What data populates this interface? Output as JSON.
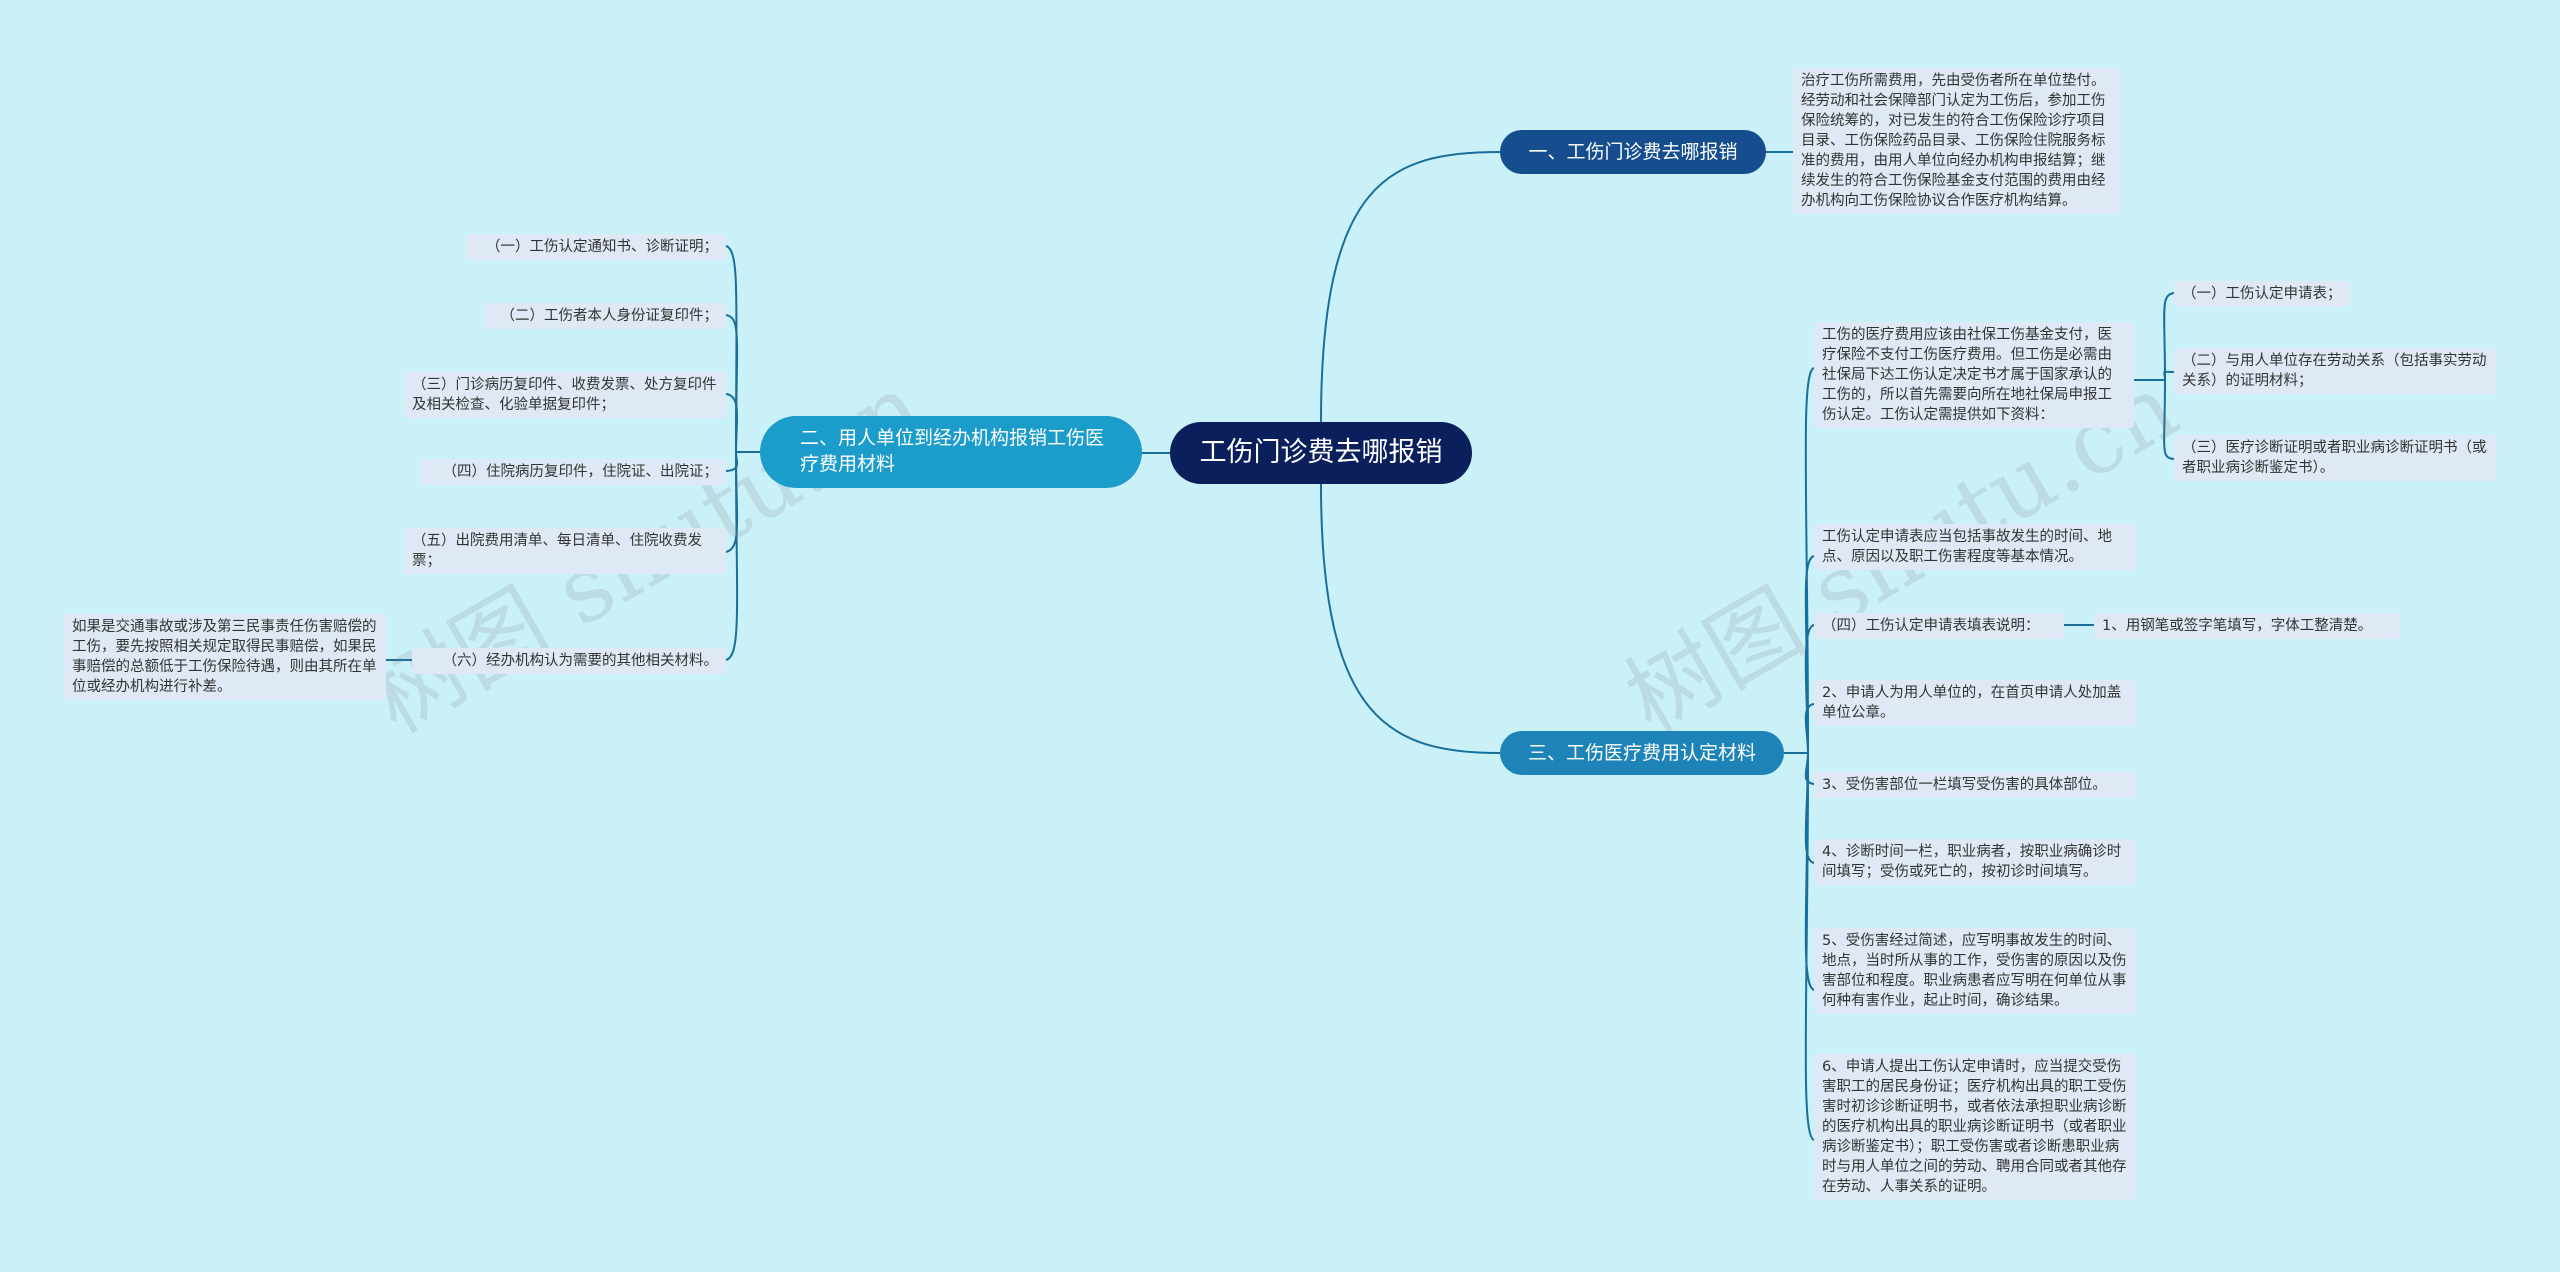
{
  "central": "工伤门诊费去哪报销",
  "branch1": {
    "title": "一、工伤门诊费去哪报销",
    "detail": "治疗工伤所需费用，先由受伤者所在单位垫付。经劳动和社会保障部门认定为工伤后，参加工伤保险统筹的，对已发生的符合工伤保险诊疗项目目录、工伤保险药品目录、工伤保险住院服务标准的费用，由用人单位向经办机构申报结算；继续发生的符合工伤保险基金支付范围的费用由经办机构向工伤保险协议合作医疗机构结算。"
  },
  "branch2": {
    "title": "二、用人单位到经办机构报销工伤医疗费用材料",
    "items": [
      "（一）工伤认定通知书、诊断证明；",
      "（二）工伤者本人身份证复印件；",
      "（三）门诊病历复印件、收费发票、处方复印件及相关检查、化验单据复印件；",
      "（四）住院病历复印件，住院证、出院证；",
      "（五）出院费用清单、每日清单、住院收费发票；",
      "（六）经办机构认为需要的其他相关材料。"
    ],
    "note": "如果是交通事故或涉及第三民事责任伤害赔偿的工伤，要先按照相关规定取得民事赔偿，如果民事赔偿的总额低于工伤保险待遇，则由其所在单位或经办机构进行补差。"
  },
  "branch3": {
    "title": "三、工伤医疗费用认定材料",
    "intro": "工伤的医疗费用应该由社保工伤基金支付，医疗保险不支付工伤医疗费用。但工伤是必需由社保局下达工伤认定决定书才属于国家承认的工伤的，所以首先需要向所在地社保局申报工伤认定。工伤认定需提供如下资料：",
    "sub_items": [
      "（一）工伤认定申请表；",
      "（二）与用人单位存在劳动关系（包括事实劳动关系）的证明材料；",
      "（三）医疗诊断证明或者职业病诊断证明书（或者职业病诊断鉴定书）。"
    ],
    "form_content": "工伤认定申请表应当包括事故发生的时间、地点、原因以及职工伤害程度等基本情况。",
    "form_note_label": "（四）工伤认定申请表填表说明：",
    "form_note_1": "1、用钢笔或签字笔填写，字体工整清楚。",
    "steps": [
      "2、申请人为用人单位的，在首页申请人处加盖单位公章。",
      "3、受伤害部位一栏填写受伤害的具体部位。",
      "4、诊断时间一栏，职业病者，按职业病确诊时间填写；受伤或死亡的，按初诊时间填写。",
      "5、受伤害经过简述，应写明事故发生的时间、地点，当时所从事的工作，受伤害的原因以及伤害部位和程度。职业病患者应写明在何单位从事何种有害作业，起止时间，确诊结果。",
      "6、申请人提出工伤认定申请时，应当提交受伤害职工的居民身份证；医疗机构出具的职工受伤害时初诊诊断证明书，或者依法承担职业病诊断的医疗机构出具的职业病诊断证明书（或者职业病诊断鉴定书）；职工受伤害或者诊断患职业病时与用人单位之间的劳动、聘用合同或者其他存在劳动、人事关系的证明。"
    ]
  },
  "watermark": "树图 shutu.cn",
  "colors": {
    "background": "#caf0f8",
    "central": "#0a1f5c",
    "branch1": "#164d8f",
    "branch2": "#1b9ccb",
    "branch3": "#1e84b8",
    "leaf": "#dfe9f5",
    "line": "#1a6e9a"
  }
}
